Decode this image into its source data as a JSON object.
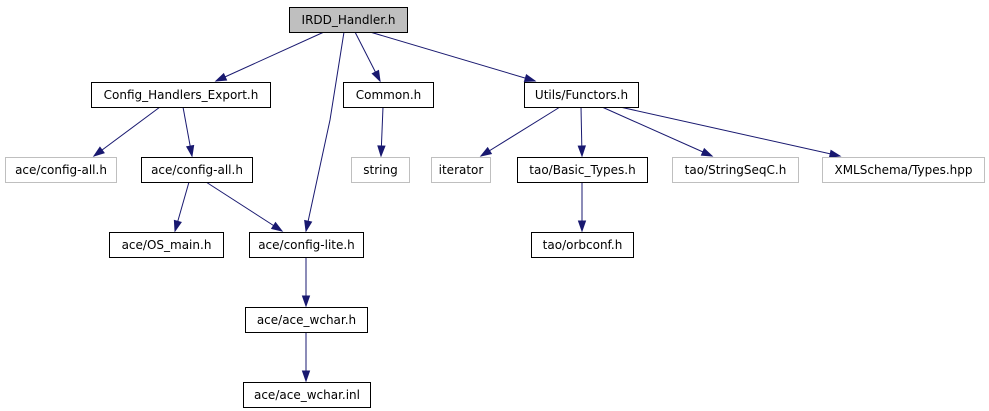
{
  "colors": {
    "edge": "#191970",
    "highlight_fill": "#bfbfbf",
    "node_fill": "#ffffff",
    "node_border": "#000000",
    "external_border": "#bfbfbf"
  },
  "nodes": {
    "irdd_handler": {
      "label": "IRDD_Handler.h",
      "highlighted": true
    },
    "config_handlers_export": {
      "label": "Config_Handlers_Export.h"
    },
    "config_all_ext": {
      "label": "ace/config-all.h",
      "external": true
    },
    "config_all": {
      "label": "ace/config-all.h"
    },
    "os_main": {
      "label": "ace/OS_main.h"
    },
    "config_lite": {
      "label": "ace/config-lite.h"
    },
    "ace_wchar_h": {
      "label": "ace/ace_wchar.h"
    },
    "ace_wchar_inl": {
      "label": "ace/ace_wchar.inl"
    },
    "common": {
      "label": "Common.h"
    },
    "string": {
      "label": "string",
      "external": true
    },
    "utils_functors": {
      "label": "Utils/Functors.h"
    },
    "iterator": {
      "label": "iterator",
      "external": true
    },
    "basic_types": {
      "label": "tao/Basic_Types.h"
    },
    "orbconf": {
      "label": "tao/orbconf.h"
    },
    "stringseqc": {
      "label": "tao/StringSeqC.h",
      "external": true
    },
    "xmlschema_types": {
      "label": "XMLSchema/Types.hpp",
      "external": true
    }
  },
  "edges": [
    {
      "from": "irdd_handler",
      "to": "config_handlers_export"
    },
    {
      "from": "irdd_handler",
      "to": "config_lite"
    },
    {
      "from": "irdd_handler",
      "to": "common"
    },
    {
      "from": "irdd_handler",
      "to": "utils_functors"
    },
    {
      "from": "config_handlers_export",
      "to": "config_all_ext"
    },
    {
      "from": "config_handlers_export",
      "to": "config_all"
    },
    {
      "from": "config_all",
      "to": "os_main"
    },
    {
      "from": "config_all",
      "to": "config_lite"
    },
    {
      "from": "config_lite",
      "to": "ace_wchar_h"
    },
    {
      "from": "ace_wchar_h",
      "to": "ace_wchar_inl"
    },
    {
      "from": "common",
      "to": "string"
    },
    {
      "from": "utils_functors",
      "to": "iterator"
    },
    {
      "from": "utils_functors",
      "to": "basic_types"
    },
    {
      "from": "utils_functors",
      "to": "stringseqc"
    },
    {
      "from": "utils_functors",
      "to": "xmlschema_types"
    },
    {
      "from": "basic_types",
      "to": "orbconf"
    }
  ]
}
